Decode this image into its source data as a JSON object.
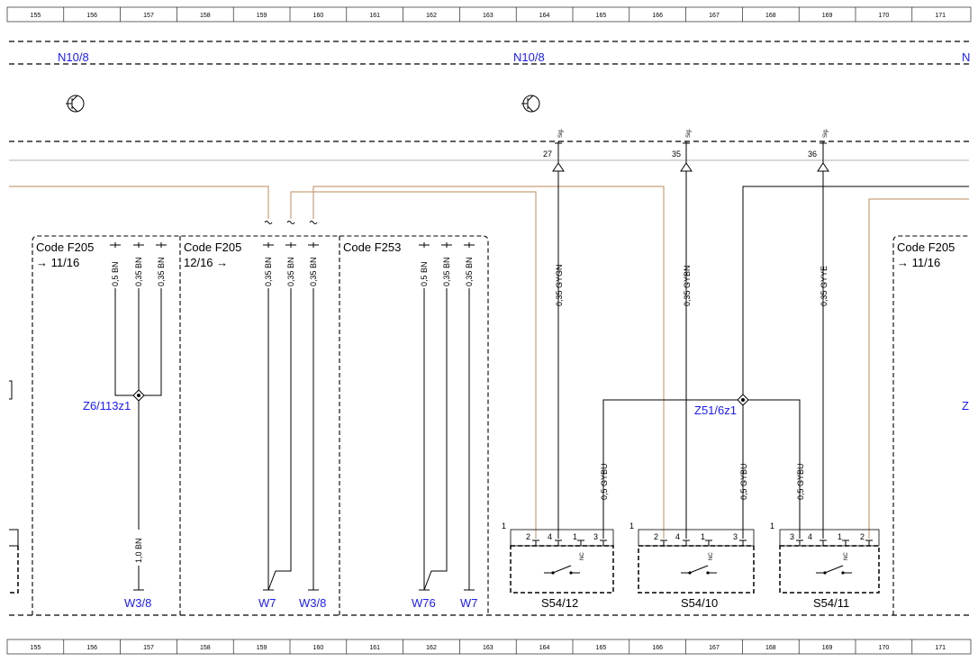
{
  "ruler": [
    "155",
    "156",
    "157",
    "158",
    "159",
    "160",
    "161",
    "162",
    "163",
    "164",
    "165",
    "166",
    "167",
    "168",
    "169",
    "170",
    "171"
  ],
  "control_units": {
    "left": "N10/8",
    "center": "N10/8",
    "right_partial": "N"
  },
  "code_boxes": {
    "a": {
      "code": "Code F205",
      "ref": "11/16"
    },
    "b": {
      "code": "Code F205",
      "ref": "12/16"
    },
    "c": {
      "code": "Code F253"
    },
    "d": {
      "code": "Code F205",
      "ref": "11/16"
    }
  },
  "wire_labels": {
    "a1": "0,5 BN",
    "a2": "0,35 BN",
    "a3": "0,35 BN",
    "b1": "0,35 BN",
    "b2": "0,35 BN",
    "b3": "0,35 BN",
    "c1": "0,5 BN",
    "c2": "0,35 BN",
    "c3": "0,35 BN",
    "a_down": "1,0 BN",
    "s12_sig": "0,35 GYGN",
    "s10_sig": "0,35 GYBN",
    "s11_sig": "0,35 GYYE",
    "s12_gnd": "0,5 GYBU",
    "s10_gnd": "0,5 GYBU",
    "s11_gnd": "0,5 GYBU"
  },
  "signal_pins": {
    "p27": "27",
    "p35": "35",
    "p36": "36",
    "sig": "Sig."
  },
  "junctions": {
    "left": "Z6/113z1",
    "center": "Z51/6z1",
    "right_partial": "Z"
  },
  "grounds": {
    "g1": "W3/8",
    "g2": "W7",
    "g3": "W3/8",
    "g4": "W76",
    "g5": "W7"
  },
  "switches": {
    "s12": {
      "name": "S54/12",
      "pins": [
        "2",
        "4",
        "1",
        "3"
      ],
      "nc": "NC",
      "index": "1"
    },
    "s10": {
      "name": "S54/10",
      "pins": [
        "2",
        "4",
        "1",
        "3"
      ],
      "nc": "NC",
      "index": "1"
    },
    "s11": {
      "name": "S54/11",
      "pins": [
        "3",
        "4",
        "1",
        "2"
      ],
      "nc": "NC",
      "index": "1"
    }
  },
  "colors": {
    "line": "#000000",
    "brown": "#c8a07a",
    "connector": "#1a1aff",
    "grid": "#999999"
  }
}
